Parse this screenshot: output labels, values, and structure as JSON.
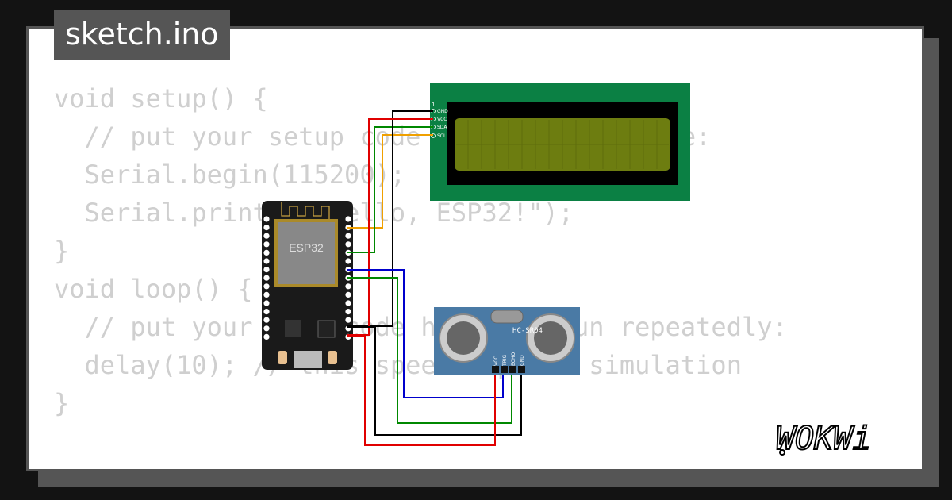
{
  "tab": {
    "filename": "sketch.ino"
  },
  "code": {
    "lines": [
      "void setup() {",
      "  // put your setup code here, to run once:",
      "  Serial.begin(115200);",
      "  Serial.println(\"Hello, ESP32!\");",
      "}",
      "",
      "void loop() {",
      "  // put your main code here, to run repeatedly:",
      "  delay(10); // this speeds up the simulation",
      "}"
    ]
  },
  "lcd": {
    "pin_marker": "1",
    "pins": [
      "GND",
      "VCC",
      "SDA",
      "SCL"
    ],
    "colors": {
      "board": "#0b8044",
      "screen": "#000000",
      "display": "#6d7d10"
    }
  },
  "esp32": {
    "chip_label": "ESP32",
    "colors": {
      "board": "#1a1a1a",
      "chip": "#888888"
    }
  },
  "sensor": {
    "model": "HC-SR04",
    "pins": [
      "VCC",
      "TRIG",
      "ECHO",
      "GND"
    ],
    "colors": {
      "board": "#4a7aa5"
    }
  },
  "wires": {
    "colors": {
      "gnd": "#000000",
      "vcc": "#e00000",
      "sda": "#008800",
      "scl": "#f0a000",
      "trig": "#0000cc"
    }
  },
  "brand": {
    "logo_text": "WOKWi"
  }
}
